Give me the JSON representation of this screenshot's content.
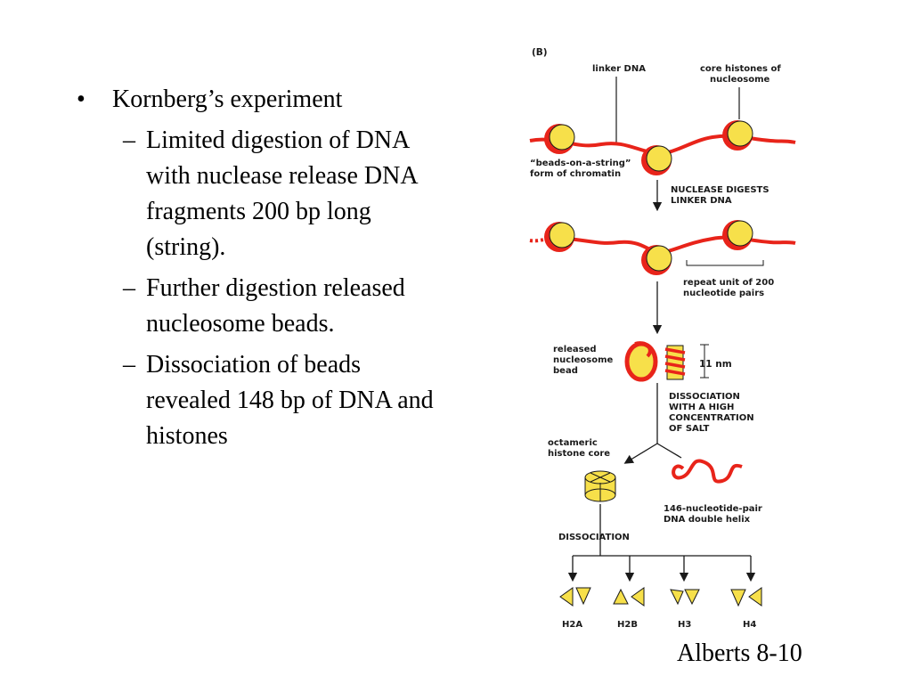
{
  "bullets": {
    "main": "Kornberg’s experiment",
    "subs": [
      "Limited digestion of DNA with nuclease release DNA fragments 200 bp long (string).",
      "Further digestion released nucleosome beads.",
      "Dissociation of beads revealed 148 bp of DNA and histones"
    ]
  },
  "figure": {
    "panel_label": "(B)",
    "linker_dna": "linker DNA",
    "core_histones": [
      "core histones of",
      "nucleosome"
    ],
    "beads_on_string": [
      "“beads-on-a-string”",
      "form of chromatin"
    ],
    "nuclease_step": [
      "NUCLEASE DIGESTS",
      "LINKER DNA"
    ],
    "repeat_unit": [
      "repeat unit of 200",
      "nucleotide pairs"
    ],
    "released_bead": [
      "released",
      "nucleosome",
      "bead"
    ],
    "size_label": "11 nm",
    "salt_step": [
      "DISSOCIATION",
      "WITH A HIGH",
      "CONCENTRATION",
      "OF SALT"
    ],
    "octameric_core": [
      "octameric",
      "histone core"
    ],
    "dna_helix": [
      "146-nucleotide-pair",
      "DNA double helix"
    ],
    "dissociation": "DISSOCIATION",
    "histones": [
      "H2A",
      "H2B",
      "H3",
      "H4"
    ]
  },
  "caption": "Alberts 8-10",
  "colors": {
    "dna": "#e8241a",
    "histone": "#f7e04a",
    "outline": "#1a1a1a"
  }
}
